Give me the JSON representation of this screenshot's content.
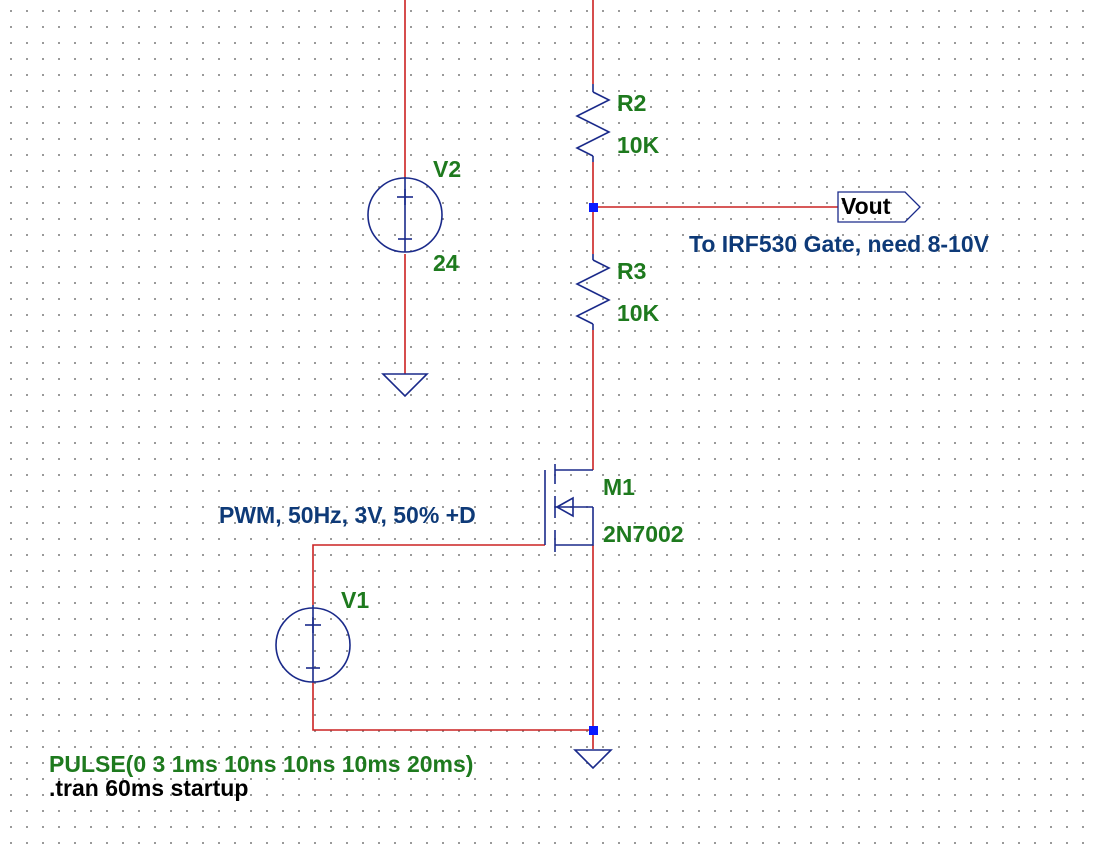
{
  "components": {
    "v2": {
      "name": "V2",
      "value": "24"
    },
    "r2": {
      "name": "R2",
      "value": "10K"
    },
    "r3": {
      "name": "R3",
      "value": "10K"
    },
    "m1": {
      "name": "M1",
      "value": "2N7002"
    },
    "v1": {
      "name": "V1",
      "value": "PULSE(0 3 1ms 10ns 10ns 10ms 20ms)"
    }
  },
  "net_label": "Vout",
  "comments": {
    "gate_note": "To IRF530 Gate, need 8-10V",
    "pwm_note": "PWM, 50Hz, 3V, 50% +D"
  },
  "directive": ".tran 60ms startup",
  "colors": {
    "wire": "#cc2222",
    "symbol": "#1a2a8a",
    "attribute_text": "#1e7a1e",
    "comment_text": "#0e3a78",
    "junction": "#0a1aff"
  }
}
